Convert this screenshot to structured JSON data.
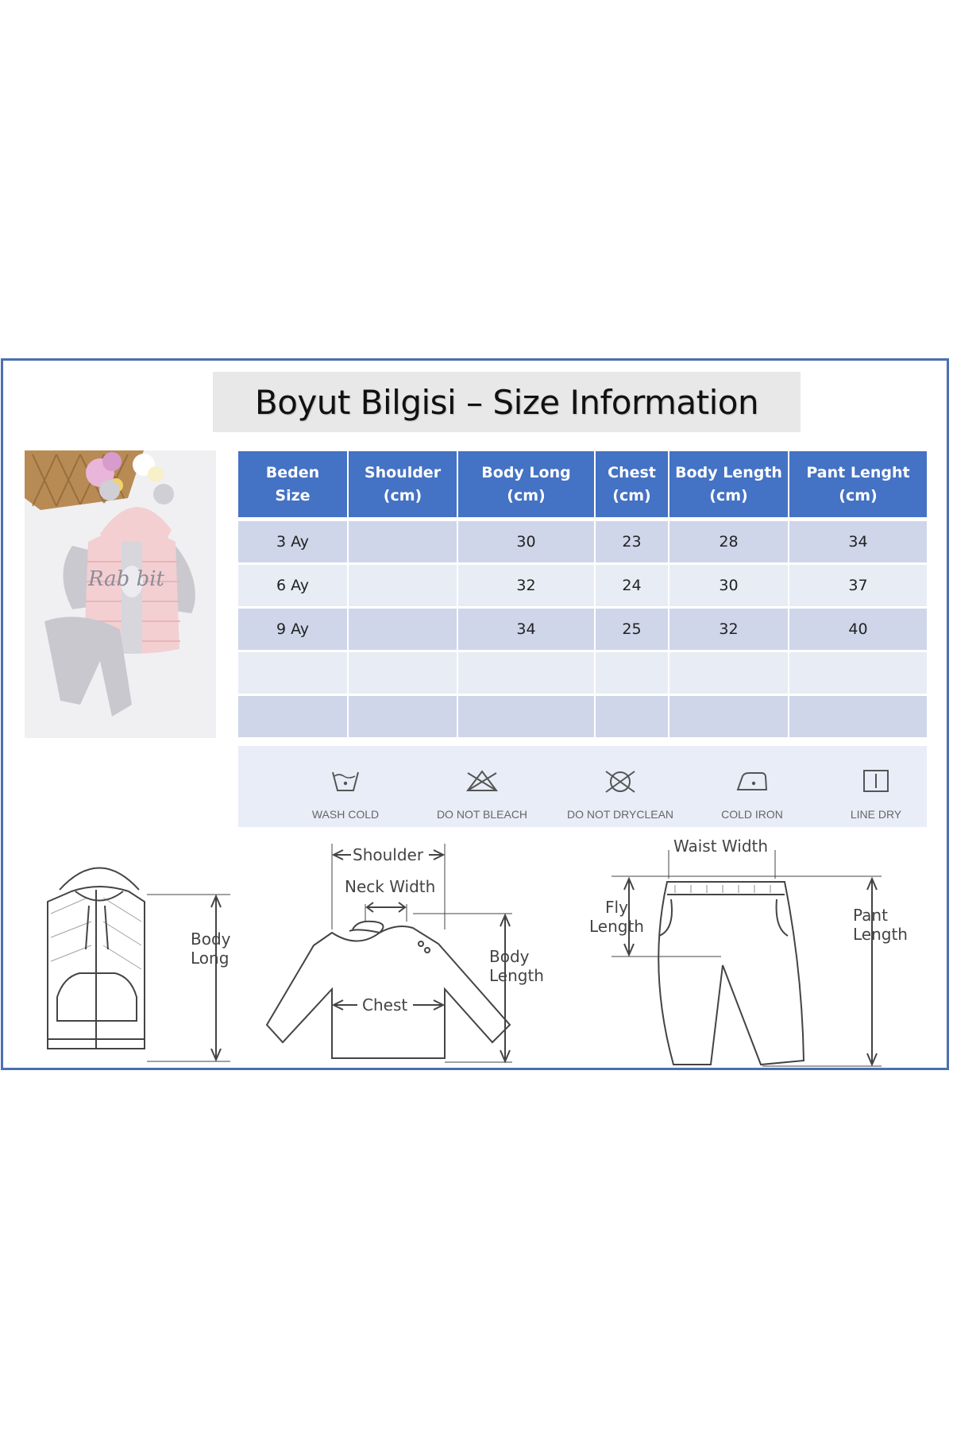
{
  "title": "Boyut Bilgisi – Size Information",
  "photo": {
    "print_text": "Rab  bit"
  },
  "table": {
    "headers": [
      {
        "l1": "Beden",
        "l2": "Size"
      },
      {
        "l1": "Shoulder",
        "l2": "(cm)"
      },
      {
        "l1": "Body Long",
        "l2": "(cm)"
      },
      {
        "l1": "Chest",
        "l2": "(cm)"
      },
      {
        "l1": "Body Length",
        "l2": "(cm)"
      },
      {
        "l1": "Pant Lenght",
        "l2": "(cm)"
      }
    ],
    "rows": [
      [
        "3 Ay",
        "",
        "30",
        "23",
        "28",
        "34"
      ],
      [
        "6 Ay",
        "",
        "32",
        "24",
        "30",
        "37"
      ],
      [
        "9 Ay",
        "",
        "34",
        "25",
        "32",
        "40"
      ],
      [
        "",
        "",
        "",
        "",
        "",
        ""
      ],
      [
        "",
        "",
        "",
        "",
        "",
        ""
      ]
    ]
  },
  "care": [
    {
      "icon": "wash-cold-icon",
      "label": "WASH COLD"
    },
    {
      "icon": "do-not-bleach-icon",
      "label": "DO NOT BLEACH"
    },
    {
      "icon": "do-not-dryclean-icon",
      "label": "DO NOT DRYCLEAN"
    },
    {
      "icon": "cold-iron-icon",
      "label": "COLD IRON"
    },
    {
      "icon": "line-dry-icon",
      "label": "LINE DRY"
    }
  ],
  "diagrams": {
    "vest": {
      "body_long_1": "Body",
      "body_long_2": "Long"
    },
    "shirt": {
      "shoulder": "Shoulder",
      "neck_width": "Neck Width",
      "chest": "Chest",
      "body_length_1": "Body",
      "body_length_2": "Length"
    },
    "pants": {
      "waist_width": "Waist Width",
      "fly_length_1": "Fly",
      "fly_length_2": "Length",
      "pant_length_1": "Pant",
      "pant_length_2": "Length"
    }
  },
  "colors": {
    "frame": "#4a6fb3",
    "header": "#4472c4",
    "row_odd": "#cfd6ea",
    "row_even": "#e8ecf5"
  }
}
